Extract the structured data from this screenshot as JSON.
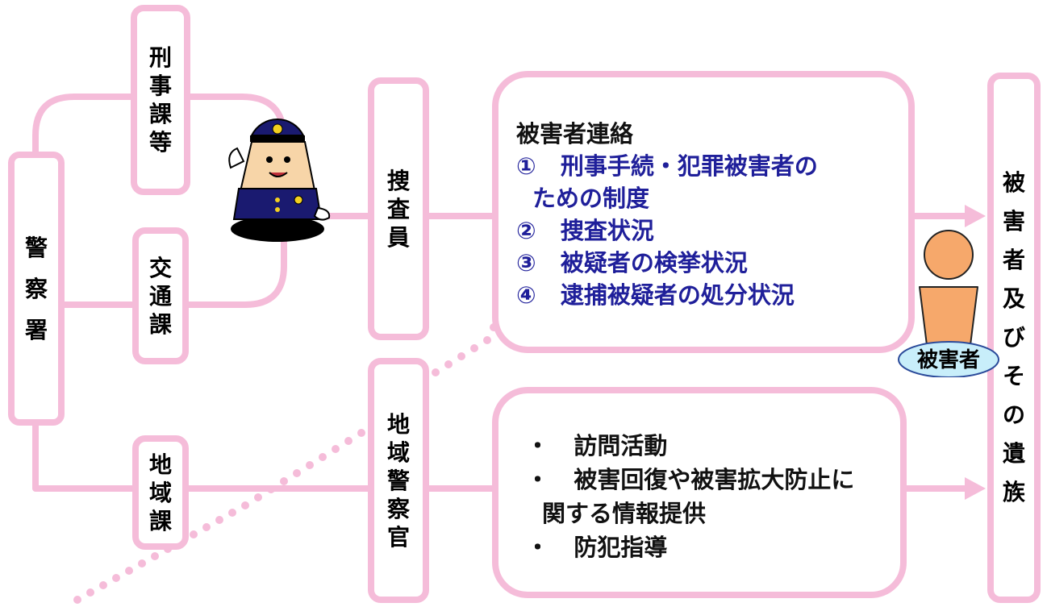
{
  "colors": {
    "connector": "#f5bcd9",
    "accent_text": "#1f1f9a",
    "dots": "#f5bcd9",
    "victim_figure": "#f6a86b",
    "victim_label_bg": "#c8eefa"
  },
  "nodes": {
    "keisatsusho": "警察署",
    "keijika": "刑事課等",
    "kotsuka": "交通課",
    "chiikika": "地域課",
    "sosain": "捜査員",
    "chiiki_keisatsukan": "地域警察官",
    "higaisha_izoku": "被害者及びその遺族"
  },
  "investigator_panel": {
    "heading": "被害者連絡",
    "items": [
      {
        "marker": "①",
        "text": "刑事手続・犯罪被害者の",
        "cont": "ための制度"
      },
      {
        "marker": "②",
        "text": "捜査状況"
      },
      {
        "marker": "③",
        "text": "被疑者の検挙状況"
      },
      {
        "marker": "④",
        "text": "逮捕被疑者の処分状況"
      }
    ]
  },
  "officer_panel": {
    "items": [
      {
        "marker": "・",
        "text": "訪問活動"
      },
      {
        "marker": "・",
        "text": "被害回復や被害拡大防止に",
        "cont": "関する情報提供"
      },
      {
        "marker": "・",
        "text": "防犯指導"
      }
    ]
  },
  "victim_figure": {
    "label": "被害者",
    "icon": "person-icon"
  },
  "mascot": {
    "icon": "police-mascot-icon"
  }
}
